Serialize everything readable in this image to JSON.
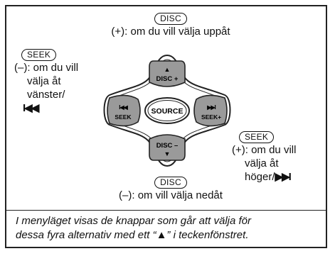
{
  "disc_top": {
    "pill": "DISC",
    "text": "(+): om du vill välja uppåt"
  },
  "seek_left": {
    "pill": "SEEK",
    "lines": [
      "(–): om du vill",
      "välja åt",
      "vänster/"
    ],
    "glyph": "I◀◀"
  },
  "seek_right": {
    "pill": "SEEK",
    "lines": [
      "(+): om du vill",
      "välja åt"
    ],
    "last_line": "höger/",
    "glyph": "▶▶I"
  },
  "disc_bottom": {
    "pill": "DISC",
    "text": "(–): om vill välja nedåt"
  },
  "controller": {
    "center_label": "SOURCE",
    "top_label": "DISC +",
    "top_arrow": "▲",
    "bottom_label": "DISC –",
    "bottom_arrow": "▼",
    "left_label": "SEEK",
    "left_glyph": "I◀◀",
    "right_label": "SEEK+",
    "right_glyph": "▶▶I"
  },
  "caption": {
    "line1": "I menyläget visas de knappar som går att välja för",
    "line2": "dessa fyra alternativ med ett “▲” i teckenfönstret."
  },
  "colors": {
    "button_fill": "#9a9a9a",
    "button_inner": "#c4c4c4",
    "outline": "#222222"
  }
}
